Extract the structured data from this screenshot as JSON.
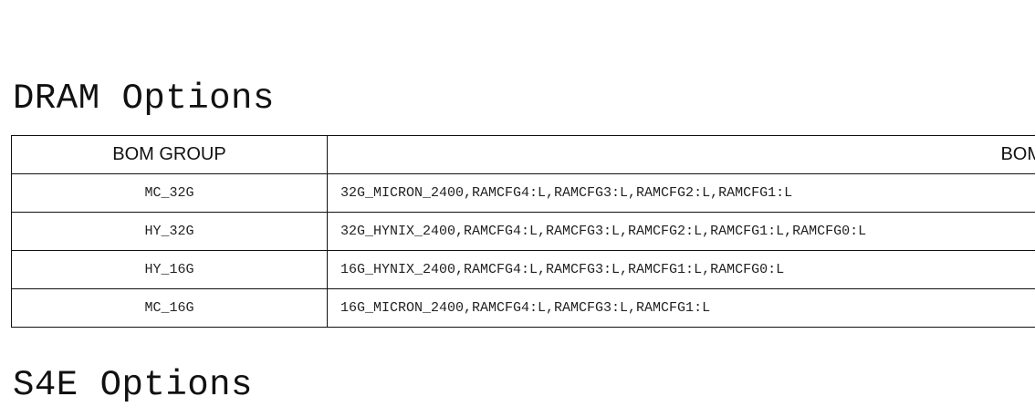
{
  "sections": [
    {
      "title": "DRAM Options",
      "table": {
        "headers": [
          "BOM GROUP",
          "BOM"
        ],
        "rows": [
          [
            "MC_32G",
            "32G_MICRON_2400,RAMCFG4:L,RAMCFG3:L,RAMCFG2:L,RAMCFG1:L"
          ],
          [
            "HY_32G",
            "32G_HYNIX_2400,RAMCFG4:L,RAMCFG3:L,RAMCFG2:L,RAMCFG1:L,RAMCFG0:L"
          ],
          [
            "HY_16G",
            "16G_HYNIX_2400,RAMCFG4:L,RAMCFG3:L,RAMCFG1:L,RAMCFG0:L"
          ],
          [
            "MC_16G",
            "16G_MICRON_2400,RAMCFG4:L,RAMCFG3:L,RAMCFG1:L"
          ]
        ]
      }
    },
    {
      "title": "S4E Options"
    }
  ]
}
